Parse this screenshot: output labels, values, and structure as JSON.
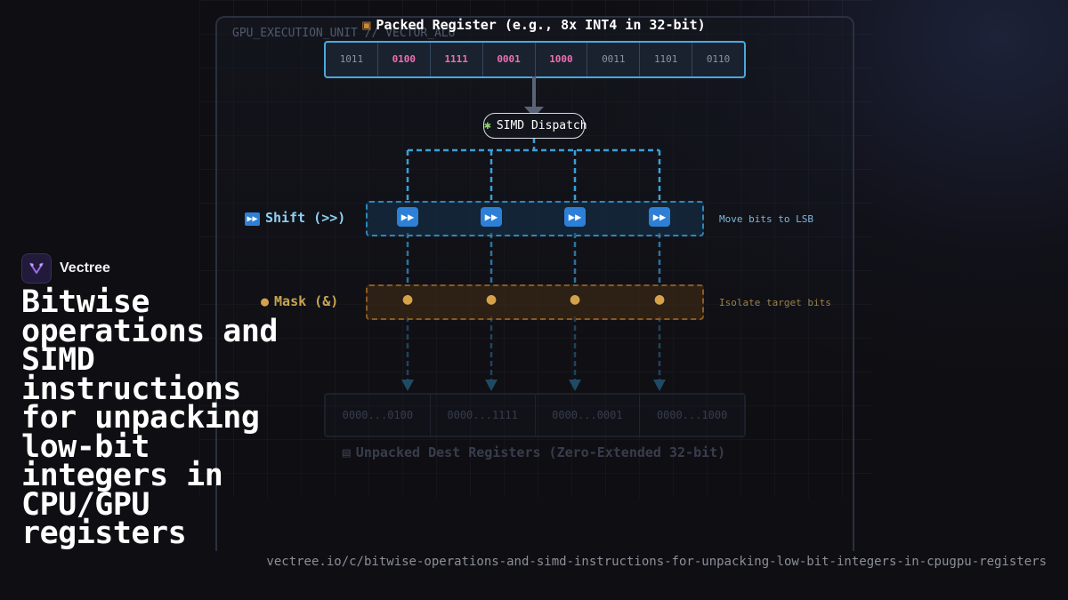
{
  "brand": {
    "name": "Vectree"
  },
  "headline": "Bitwise operations and SIMD instructions for unpacking low-bit integers in CPU/GPU registers",
  "url": "vectree.io/c/bitwise-operations-and-simd-instructions-for-unpacking-low-bit-integers-in-cpugpu-registers",
  "diagram": {
    "frame_label": "GPU_EXECUTION_UNIT // VECTOR_ALU",
    "packed_register": {
      "icon": "package-icon",
      "title": "Packed Register (e.g., 8x INT4 in 32-bit)",
      "cells": [
        "1011",
        "0100",
        "1111",
        "0001",
        "1000",
        "0011",
        "1101",
        "0110"
      ],
      "highlighted": [
        false,
        true,
        true,
        true,
        true,
        false,
        false,
        false
      ],
      "highlight_color": "#ef6fb0",
      "border_color": "#4aa8e0"
    },
    "dispatch": {
      "icon": "satellite-dish-icon",
      "label": "SIMD Dispatch"
    },
    "lanes": 4,
    "stages": [
      {
        "id": "shift",
        "icon": "fast-forward-icon",
        "label": "Shift (>>)",
        "note": "Move bits to LSB",
        "color": "#2f86b8"
      },
      {
        "id": "mask",
        "icon": "theater-masks-icon",
        "label": "Mask (&)",
        "note": "Isolate target bits",
        "color": "#8a5a22"
      }
    ],
    "dest_register": {
      "icon": "lock-icon",
      "title": "Unpacked Dest Registers (Zero-Extended 32-bit)",
      "cells": [
        "0000...0100",
        "0000...1111",
        "0000...0001",
        "0000...1000"
      ]
    }
  }
}
